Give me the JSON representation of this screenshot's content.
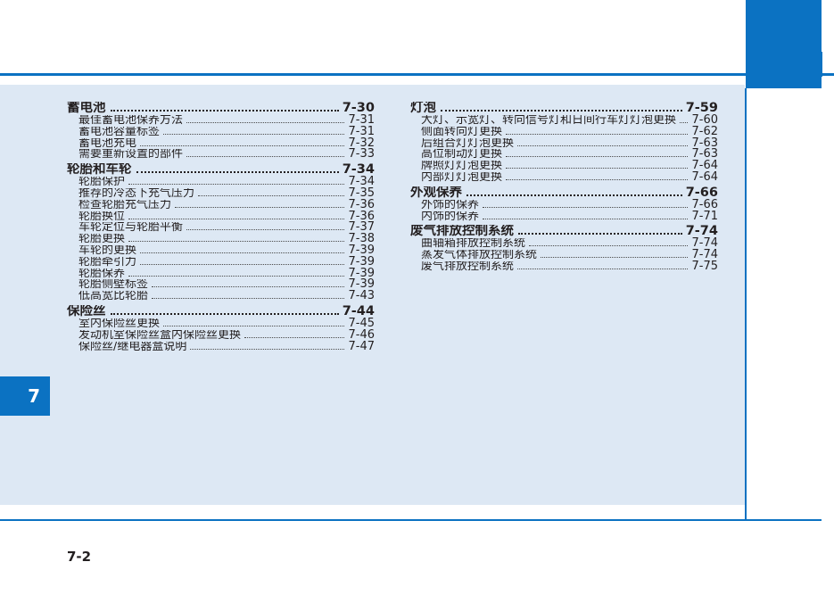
{
  "colors": {
    "accent": "#0b72c2",
    "panel": "#dde8f4",
    "text": "#231f20"
  },
  "chapter_tab": "7",
  "page_number": "7-2",
  "toc": {
    "left": [
      {
        "title": "蓄电池",
        "page": "7-30",
        "items": [
          {
            "label": "最佳蓄电池保养方法",
            "page": "7-31"
          },
          {
            "label": "蓄电池容量标签",
            "page": "7-31"
          },
          {
            "label": "蓄电池充电",
            "page": "7-32"
          },
          {
            "label": "需要重新设置的部件",
            "page": "7-33"
          }
        ]
      },
      {
        "title": "轮胎和车轮",
        "page": "7-34",
        "items": [
          {
            "label": "轮胎保护",
            "page": "7-34"
          },
          {
            "label": "推荐的冷态下充气压力",
            "page": "7-35"
          },
          {
            "label": "检查轮胎充气压力",
            "page": "7-36"
          },
          {
            "label": "轮胎换位",
            "page": "7-36"
          },
          {
            "label": "车轮定位与轮胎平衡",
            "page": "7-37"
          },
          {
            "label": "轮胎更换",
            "page": "7-38"
          },
          {
            "label": "车轮的更换",
            "page": "7-39"
          },
          {
            "label": "轮胎牵引力",
            "page": "7-39"
          },
          {
            "label": "轮胎保养",
            "page": "7-39"
          },
          {
            "label": "轮胎侧壁标签",
            "page": "7-39"
          },
          {
            "label": "低高宽比轮胎",
            "page": "7-43"
          }
        ]
      },
      {
        "title": "保险丝",
        "page": "7-44",
        "items": [
          {
            "label": "室内保险丝更换",
            "page": "7-45"
          },
          {
            "label": "发动机室保险丝盒内保险丝更换",
            "page": "7-46"
          },
          {
            "label": "保险丝/继电器盒说明",
            "page": "7-47"
          }
        ]
      }
    ],
    "right": [
      {
        "title": "灯泡",
        "page": "7-59",
        "items": [
          {
            "label": "大灯、示宽灯、转向信号灯和日间行车灯灯泡更换",
            "page": "7-60"
          },
          {
            "label": "侧面转向灯更换",
            "page": "7-62"
          },
          {
            "label": "后组合灯灯泡更换",
            "page": "7-63"
          },
          {
            "label": "高位制动灯更换",
            "page": "7-63"
          },
          {
            "label": "牌照灯灯泡更换",
            "page": "7-64"
          },
          {
            "label": "内部灯灯泡更换",
            "page": "7-64"
          }
        ]
      },
      {
        "title": "外观保养",
        "page": "7-66",
        "items": [
          {
            "label": "外饰的保养",
            "page": "7-66"
          },
          {
            "label": "内饰的保养",
            "page": "7-71"
          }
        ]
      },
      {
        "title": "废气排放控制系统",
        "page": "7-74",
        "items": [
          {
            "label": "曲轴箱排放控制系统",
            "page": "7-74"
          },
          {
            "label": "蒸发气体排放控制系统",
            "page": "7-74"
          },
          {
            "label": "废气排放控制系统",
            "page": "7-75"
          }
        ]
      }
    ]
  }
}
